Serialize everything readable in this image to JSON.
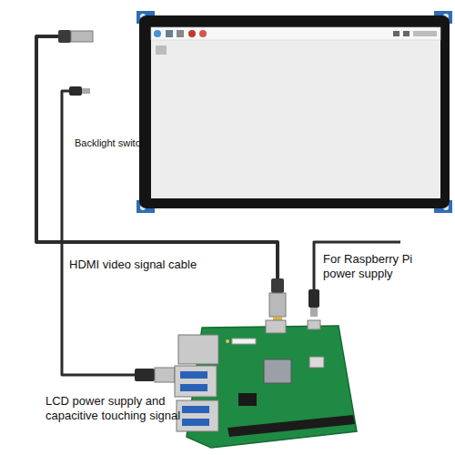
{
  "diagram": {
    "labels": [
      "Backlight switch",
      "HDMI video signal cable",
      "For Raspberry Pi power supply",
      "LCD power supply and capacitive touching signal"
    ]
  }
}
